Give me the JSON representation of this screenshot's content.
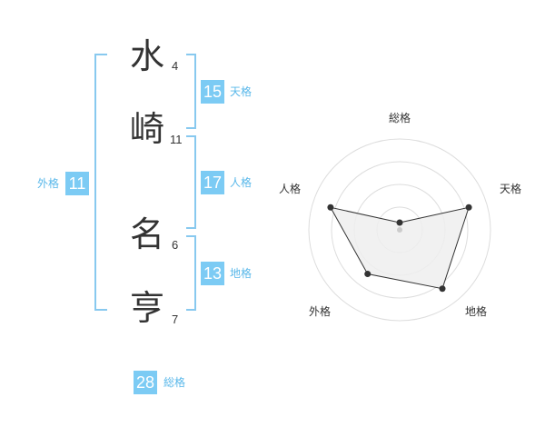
{
  "name": {
    "chars": [
      {
        "char": "水",
        "strokes": "4"
      },
      {
        "char": "崎",
        "strokes": "11"
      },
      {
        "char": "名",
        "strokes": "6"
      },
      {
        "char": "亨",
        "strokes": "7"
      }
    ]
  },
  "fortunes": {
    "tenkaku": {
      "value": "15",
      "label": "天格"
    },
    "jinkaku": {
      "value": "17",
      "label": "人格"
    },
    "chikaku": {
      "value": "13",
      "label": "地格"
    },
    "gaikaku": {
      "value": "11",
      "label": "外格"
    },
    "soukaku": {
      "value": "28",
      "label": "総格"
    }
  },
  "chart_data": {
    "type": "radar",
    "axes": [
      "総格",
      "天格",
      "地格",
      "外格",
      "人格"
    ],
    "values": [
      0.08,
      0.8,
      0.8,
      0.6,
      0.8
    ],
    "range": [
      0,
      1
    ],
    "rings": 4,
    "colors": {
      "fill": "#eeeeee",
      "ring": "#dddddd",
      "line": "#333333",
      "point": "#333333"
    }
  }
}
